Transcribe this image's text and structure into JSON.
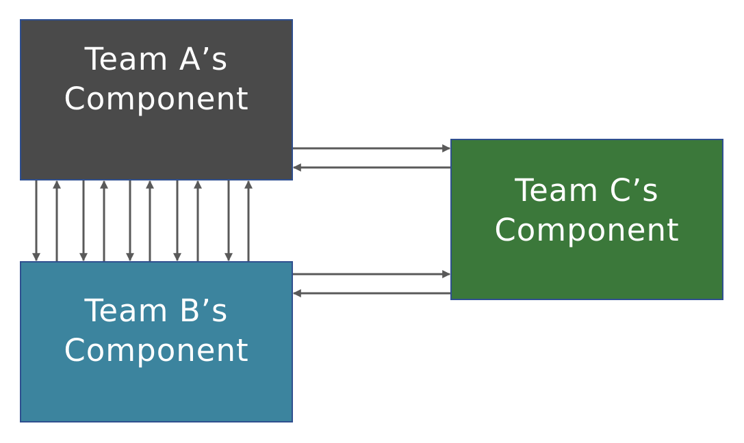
{
  "colors": {
    "team_a_fill": "#4a4a4a",
    "team_b_fill": "#3c849e",
    "team_c_fill": "#3b783a",
    "border": "#2f4f8f",
    "arrow": "#595959"
  },
  "components": {
    "team_a": {
      "line1": "Team A’s",
      "line2": "Component"
    },
    "team_b": {
      "line1": "Team B’s",
      "line2": "Component"
    },
    "team_c": {
      "line1": "Team C’s",
      "line2": "Component"
    }
  },
  "connections": [
    {
      "from": "team_a",
      "to": "team_b",
      "count": 5
    },
    {
      "from": "team_b",
      "to": "team_a",
      "count": 5
    },
    {
      "from": "team_a",
      "to": "team_c",
      "count": 1
    },
    {
      "from": "team_c",
      "to": "team_a",
      "count": 1
    },
    {
      "from": "team_b",
      "to": "team_c",
      "count": 1
    },
    {
      "from": "team_c",
      "to": "team_b",
      "count": 1
    }
  ]
}
